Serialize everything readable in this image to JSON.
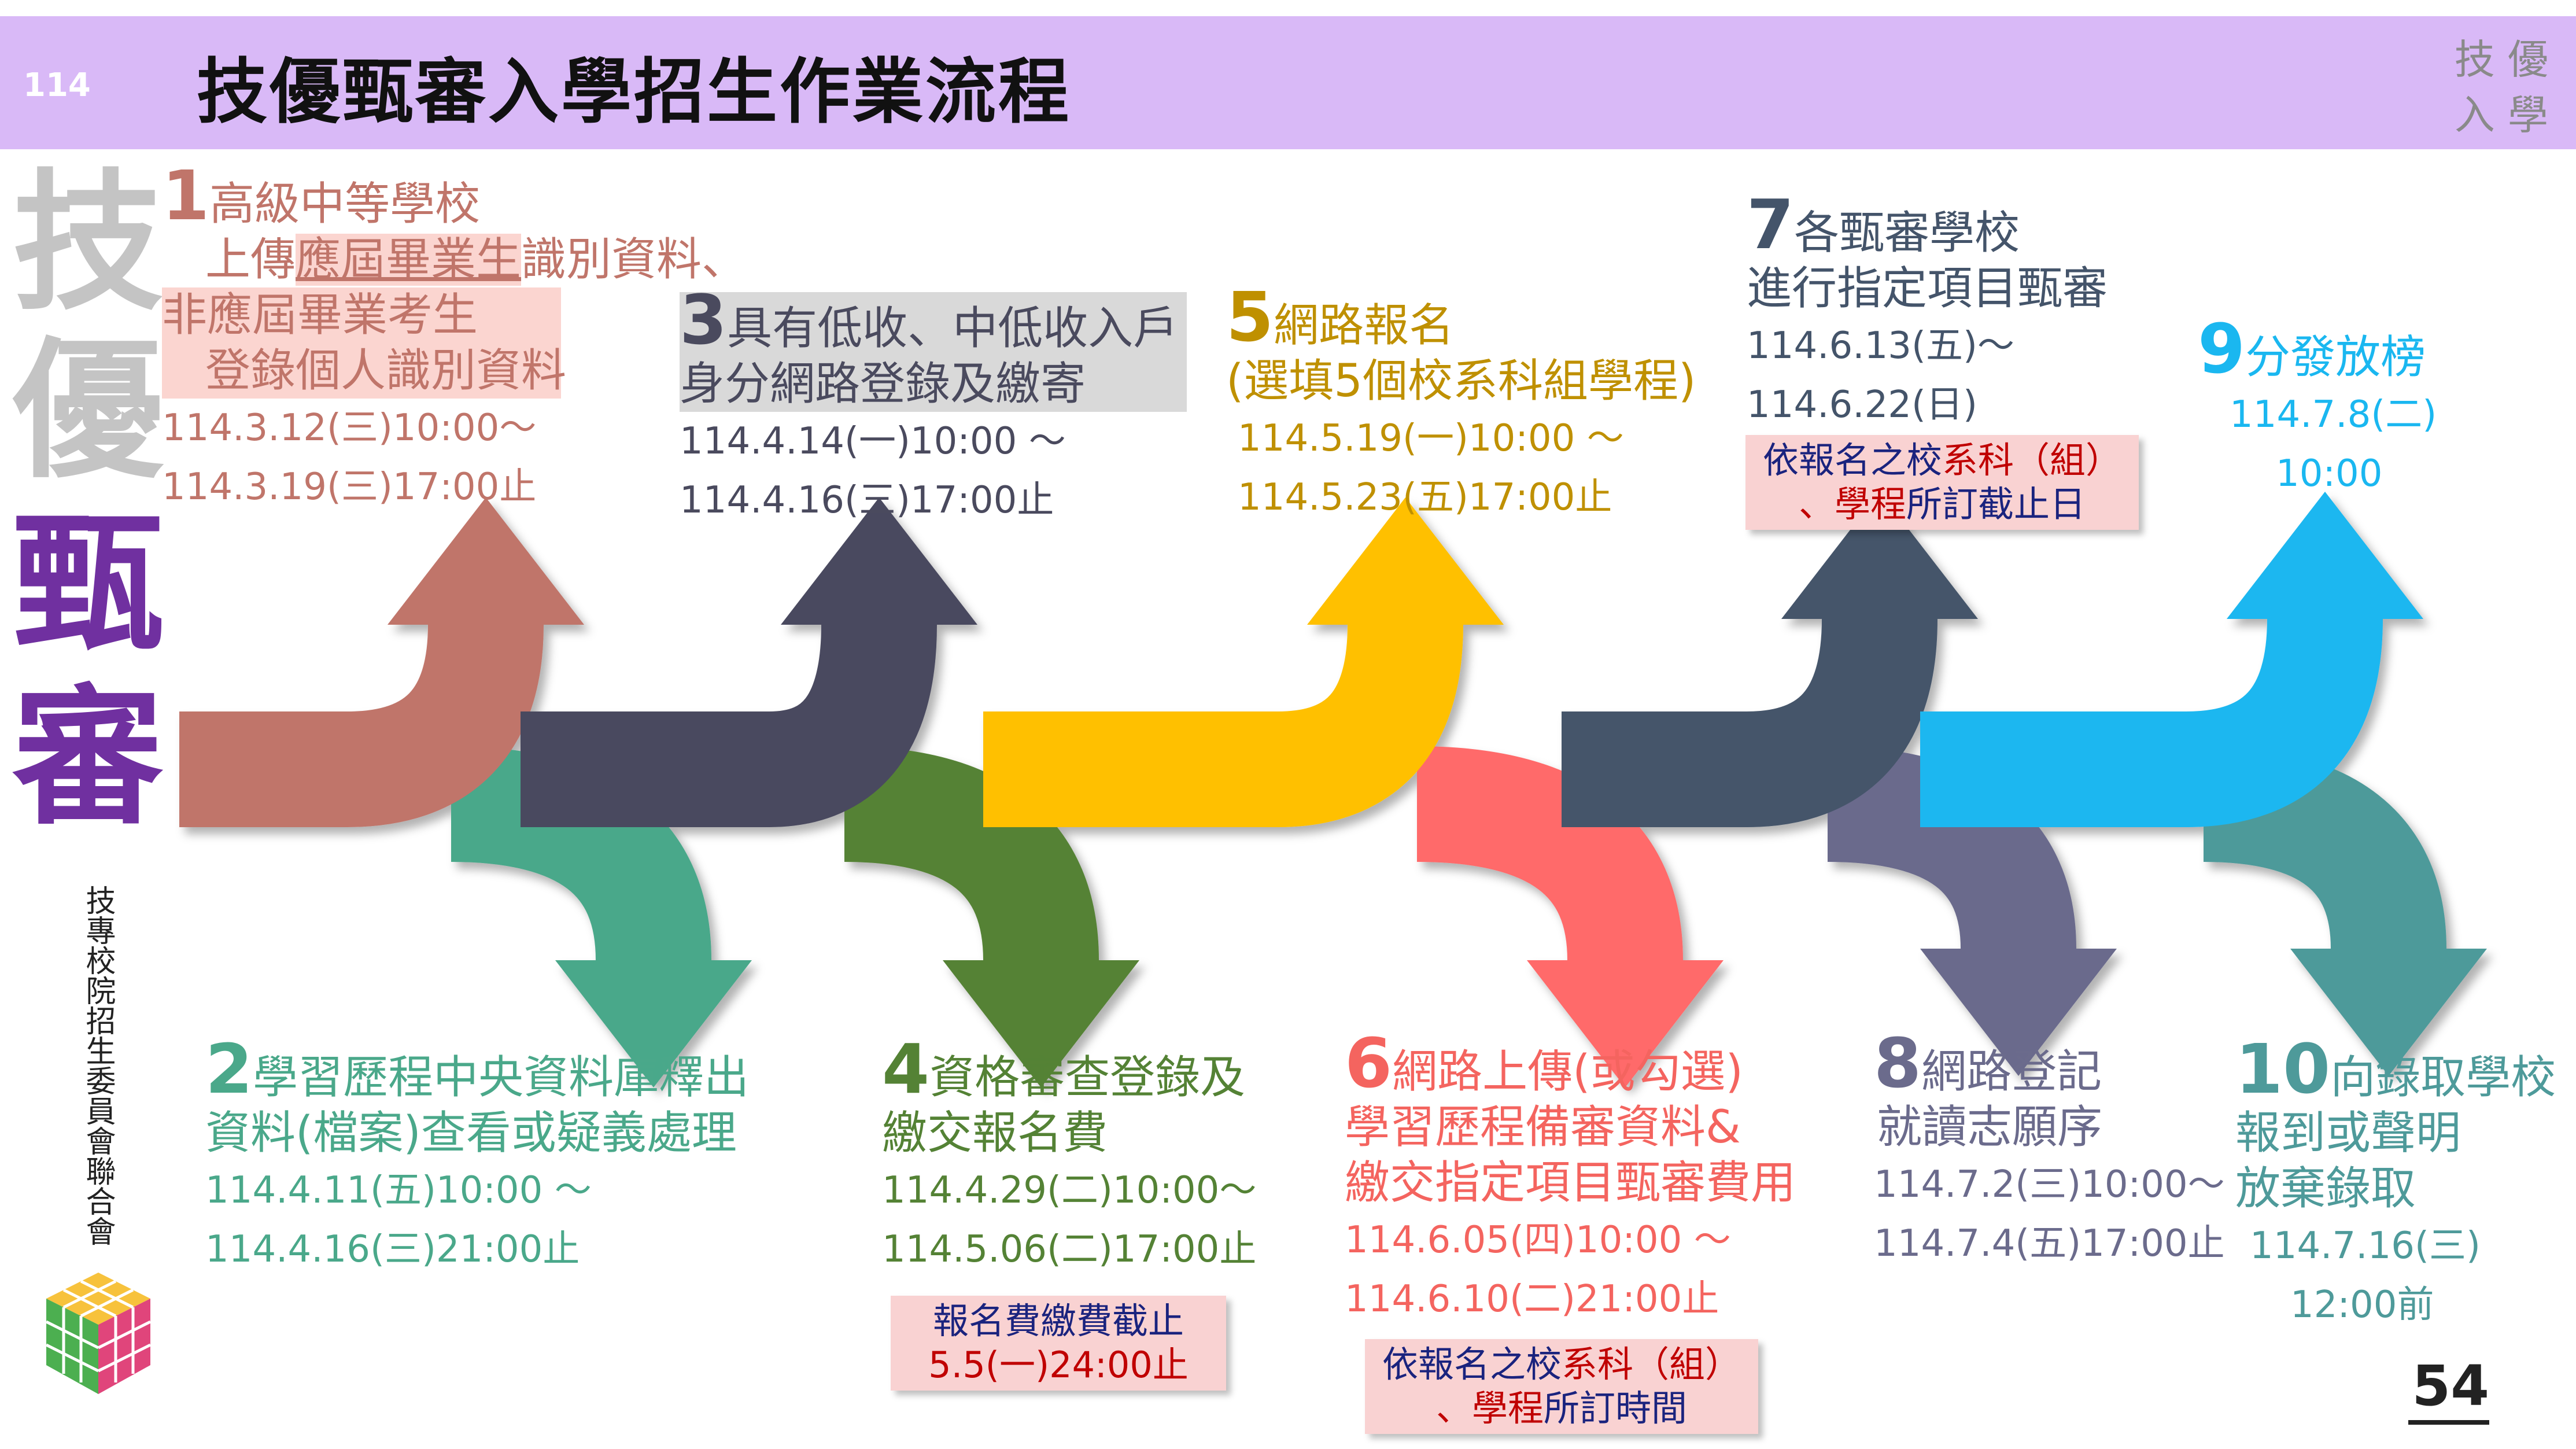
{
  "header": {
    "year": "114",
    "title": "技優甄審入學招生作業流程",
    "corner_line1": "技 優",
    "corner_line2": "入 學"
  },
  "side": {
    "chars": [
      "技",
      "優",
      "甄",
      "審"
    ],
    "org": "技專校院招生委員會聯合會"
  },
  "steps": {
    "s1": {
      "num": "1",
      "line1": "高級中等學校",
      "line2a": "上傳",
      "line2b": "應屆畢業生",
      "line2c": "識別資料、",
      "line3": "非應屆畢業考生",
      "line4": "登錄個人識別資料",
      "date1": "114.3.12(三)10:00～",
      "date2": "114.3.19(三)17:00止"
    },
    "s2": {
      "num": "2",
      "line1": "學習歷程中央資料庫釋出",
      "line2": "資料(檔案)查看或疑義處理",
      "date1": "114.4.11(五)10:00 ～",
      "date2": "114.4.16(三)21:00止"
    },
    "s3": {
      "num": "3",
      "line1": "具有低收、中低收入戶",
      "line2": "身分網路登錄及繳寄",
      "date1": "114.4.14(一)10:00 ～",
      "date2": "114.4.16(三)17:00止"
    },
    "s4": {
      "num": "4",
      "line1": "資格審查登錄及",
      "line2": "繳交報名費",
      "date1": "114.4.29(二)10:00～",
      "date2": "114.5.06(二)17:00止",
      "note1": "報名費繳費截止",
      "note2": "5.5(一)24:00止"
    },
    "s5": {
      "num": "5",
      "line1": "網路報名",
      "line2": "(選填5個校系科組學程)",
      "date1": "114.5.19(一)10:00 ～",
      "date2": "114.5.23(五)17:00止"
    },
    "s6": {
      "num": "6",
      "line1": "網路上傳(或勾選)",
      "line2": "學習歷程備審資料&",
      "line3": "繳交指定項目甄審費用",
      "date1": "114.6.05(四)10:00 ～",
      "date2": "114.6.10(二)21:00止",
      "note_a": "依報名之校",
      "note_b": "系科（組）",
      "note_c": "、學程",
      "note_d": "所訂時間"
    },
    "s7": {
      "num": "7",
      "line1": "各甄審學校",
      "line2": "進行指定項目甄審",
      "date1": "114.6.13(五)～",
      "date2": "114.6.22(日)",
      "note_a": "依報名之校",
      "note_b": "系科（組）",
      "note_c": "、學程",
      "note_d": "所訂截止日"
    },
    "s8": {
      "num": "8",
      "line1": "網路登記",
      "line2": "就讀志願序",
      "date1": "114.7.2(三)10:00～",
      "date2": "114.7.4(五)17:00止"
    },
    "s9": {
      "num": "9",
      "line1": "分發放榜",
      "date1": "114.7.8(二)",
      "date2": "10:00"
    },
    "s10": {
      "num": "10",
      "line1": "向錄取學校",
      "line2": "報到或聲明",
      "line3": "放棄錄取",
      "date1": "114.7.16(三)",
      "date2": "12:00前"
    }
  },
  "colors": {
    "s1": "#c0756a",
    "s2": "#4aa88a",
    "s3": "#4a4a5e",
    "s4": "#548235",
    "s5": "#ffc000",
    "s6": "#ff6b6b",
    "s7": "#44546a",
    "s8": "#6b6b8c",
    "s9": "#1ab7f0",
    "s10": "#4e9a9a"
  },
  "page": {
    "number": "54"
  }
}
